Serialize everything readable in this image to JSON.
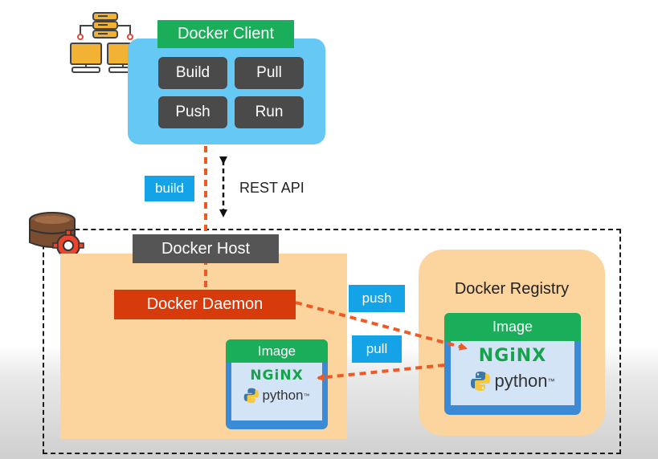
{
  "client": {
    "title": "Docker Client",
    "commands": [
      "Build",
      "Pull",
      "Push",
      "Run"
    ]
  },
  "connection": {
    "build_tag": "build",
    "rest_label": "REST API"
  },
  "host": {
    "title": "Docker Host",
    "daemon": "Docker Daemon",
    "local_image": {
      "header": "Image",
      "nginx": "NGiNX",
      "python": "python",
      "tm": "™"
    }
  },
  "flows": {
    "push_tag": "push",
    "pull_tag": "pull"
  },
  "registry": {
    "title": "Docker Registry",
    "image": {
      "header": "Image",
      "nginx": "NGiNX",
      "python": "python",
      "tm": "™"
    }
  },
  "colors": {
    "client_bg": "#66c8f5",
    "accent_green": "#1aad5a",
    "daemon_red": "#d83b0b",
    "host_fill": "#fcd59e",
    "arrow_orange": "#ef5a24",
    "tag_blue": "#13a3e6"
  },
  "icons": {
    "client": "computers-database-icon",
    "host": "database-gear-icon",
    "python": "python-logo-icon"
  }
}
